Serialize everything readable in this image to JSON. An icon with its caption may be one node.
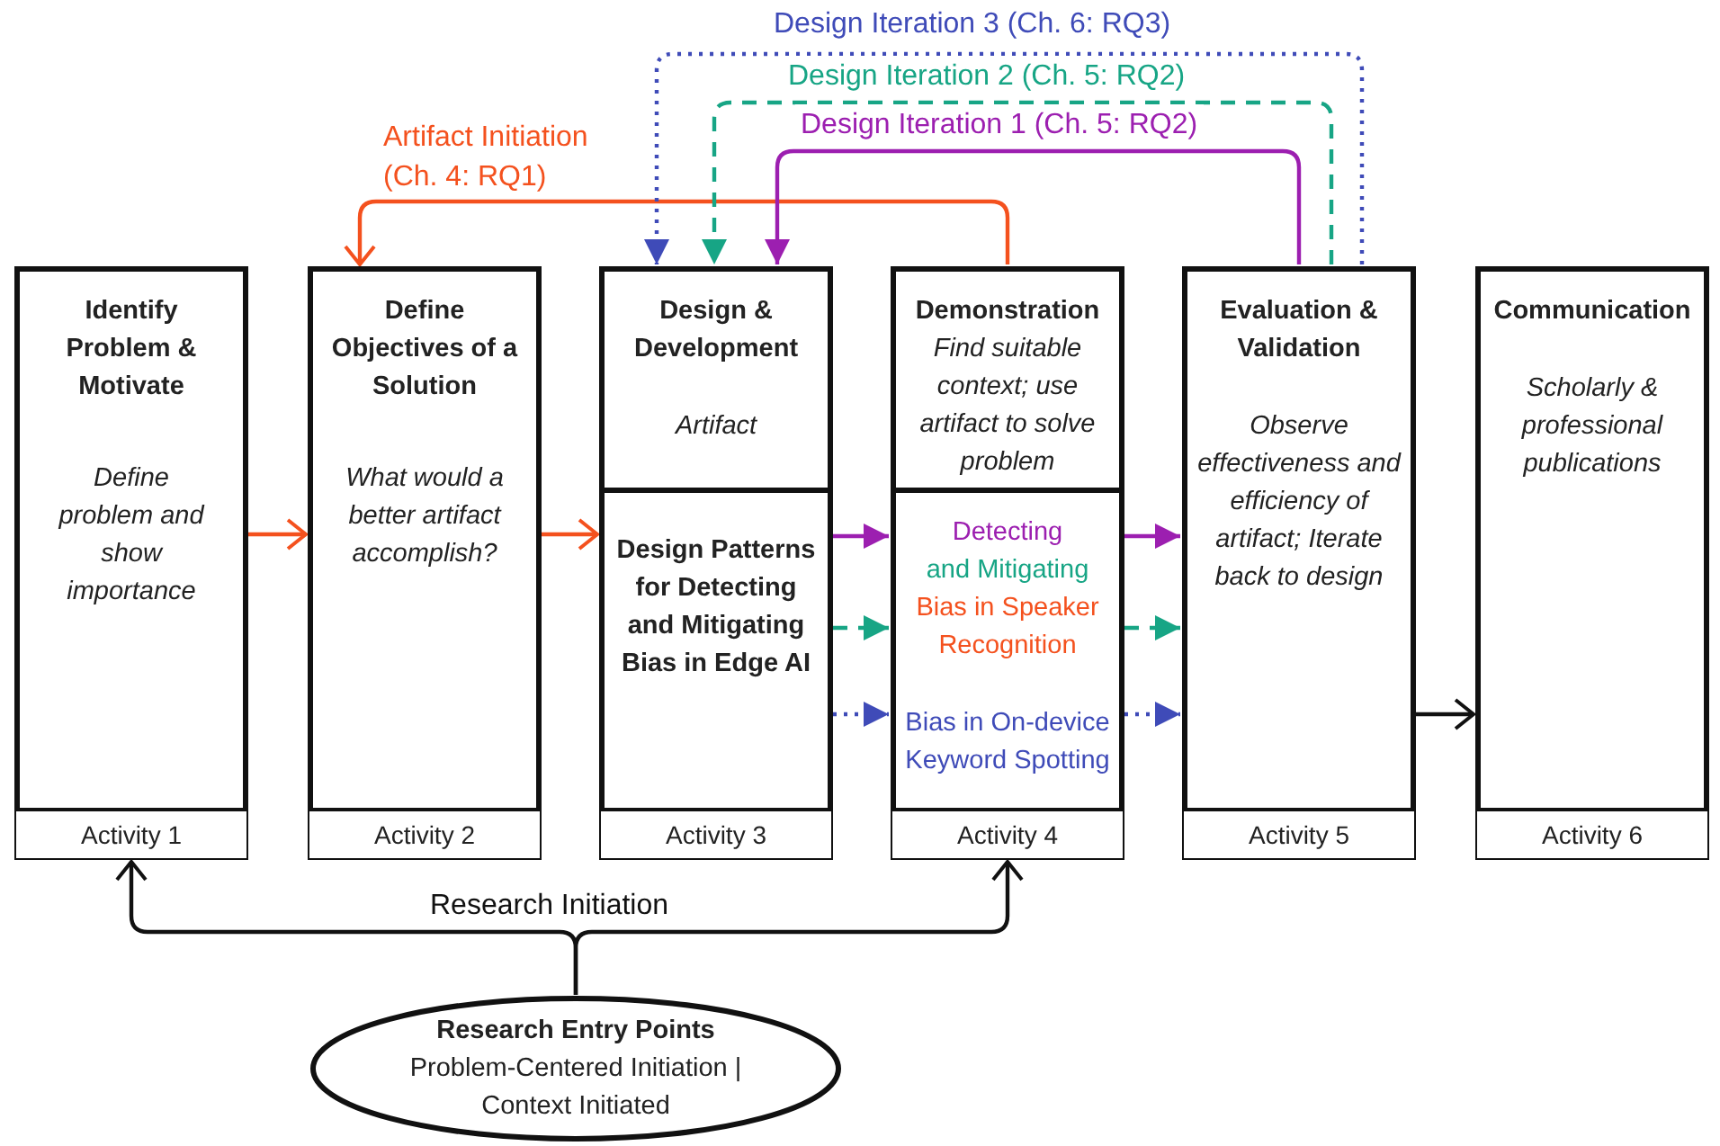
{
  "diagram": {
    "nodes": [
      {
        "text": [
          "Identify Problem & Motivate",
          "Define problem and show importance"
        ]
      },
      {
        "text": [
          "Activity 1"
        ]
      },
      {
        "text": [
          "Define Objectives of a Solution",
          "What would a better artifact accomplish?"
        ]
      },
      {
        "text": [
          "Activity 2"
        ]
      },
      {
        "text": [
          "Design & Development",
          "Artifact"
        ]
      },
      {
        "text": [
          "Design Patterns for Detecting and Mitigating Bias in Edge AI"
        ]
      },
      {
        "text": [
          "Activity 3"
        ]
      },
      {
        "text": [
          "Demonstration",
          "Find suitable context; use artifact to solve problem"
        ]
      },
      {
        "text": [
          "Detecting",
          "and Mitigating",
          "Bias in Speaker Recognition",
          "Bias in On-device Keyword Spotting"
        ]
      },
      {
        "text": [
          "Activity 4"
        ]
      },
      {
        "text": [
          "Evaluation & Validation",
          "Observe effectiveness and efficiency of artifact; Iterate back to design"
        ]
      },
      {
        "text": [
          "Activity 5"
        ]
      },
      {
        "text": [
          "Communication",
          "Scholarly & professional publications"
        ]
      },
      {
        "text": [
          "Activity 6"
        ]
      },
      {
        "text": [
          "Research Entry Points",
          "Problem-Centered Initiation | Context Initiated"
        ]
      }
    ],
    "edges": [
      {
        "from": 0,
        "to": 2,
        "arrow": "to",
        "color": "#f4511e"
      },
      {
        "from": 2,
        "to": 5,
        "arrow": "to",
        "color": "#f4511e"
      },
      {
        "from": 5,
        "to": 8,
        "arrow": "to",
        "color": "#9c1fb0"
      },
      {
        "from": 5,
        "to": 8,
        "arrow": "to",
        "style": "dashed",
        "color": "#17a585"
      },
      {
        "from": 5,
        "to": 8,
        "arrow": "to",
        "style": "dashed",
        "color": "#3f4bb8"
      },
      {
        "from": 8,
        "to": 10,
        "arrow": "to",
        "color": "#9c1fb0"
      },
      {
        "from": 8,
        "to": 10,
        "arrow": "to",
        "style": "dashed",
        "color": "#17a585"
      },
      {
        "from": 8,
        "to": 10,
        "arrow": "to",
        "style": "dashed",
        "color": "#3f4bb8"
      },
      {
        "from": 10,
        "to": 12,
        "arrow": "to",
        "color": "#111111"
      },
      {
        "from": 7,
        "to": 2,
        "arrow": "to",
        "label": "Artifact Initiation (Ch. 4: RQ1)",
        "color": "#f4511e"
      },
      {
        "from": 10,
        "to": 4,
        "arrow": "to",
        "label": "Design Iteration 1 (Ch. 5: RQ2)",
        "color": "#9c1fb0"
      },
      {
        "from": 10,
        "to": 4,
        "arrow": "to",
        "label": "Design Iteration 2 (Ch. 5: RQ2)",
        "style": "dashed",
        "color": "#17a585"
      },
      {
        "from": 10,
        "to": 4,
        "arrow": "to",
        "label": "Design Iteration 3 (Ch. 6: RQ3)",
        "style": "dashed",
        "color": "#3f4bb8"
      },
      {
        "from": 14,
        "to": 1,
        "arrow": "to",
        "label": "Research Initiation",
        "color": "#111111"
      },
      {
        "from": 14,
        "to": 9,
        "arrow": "to",
        "color": "#111111"
      }
    ]
  }
}
